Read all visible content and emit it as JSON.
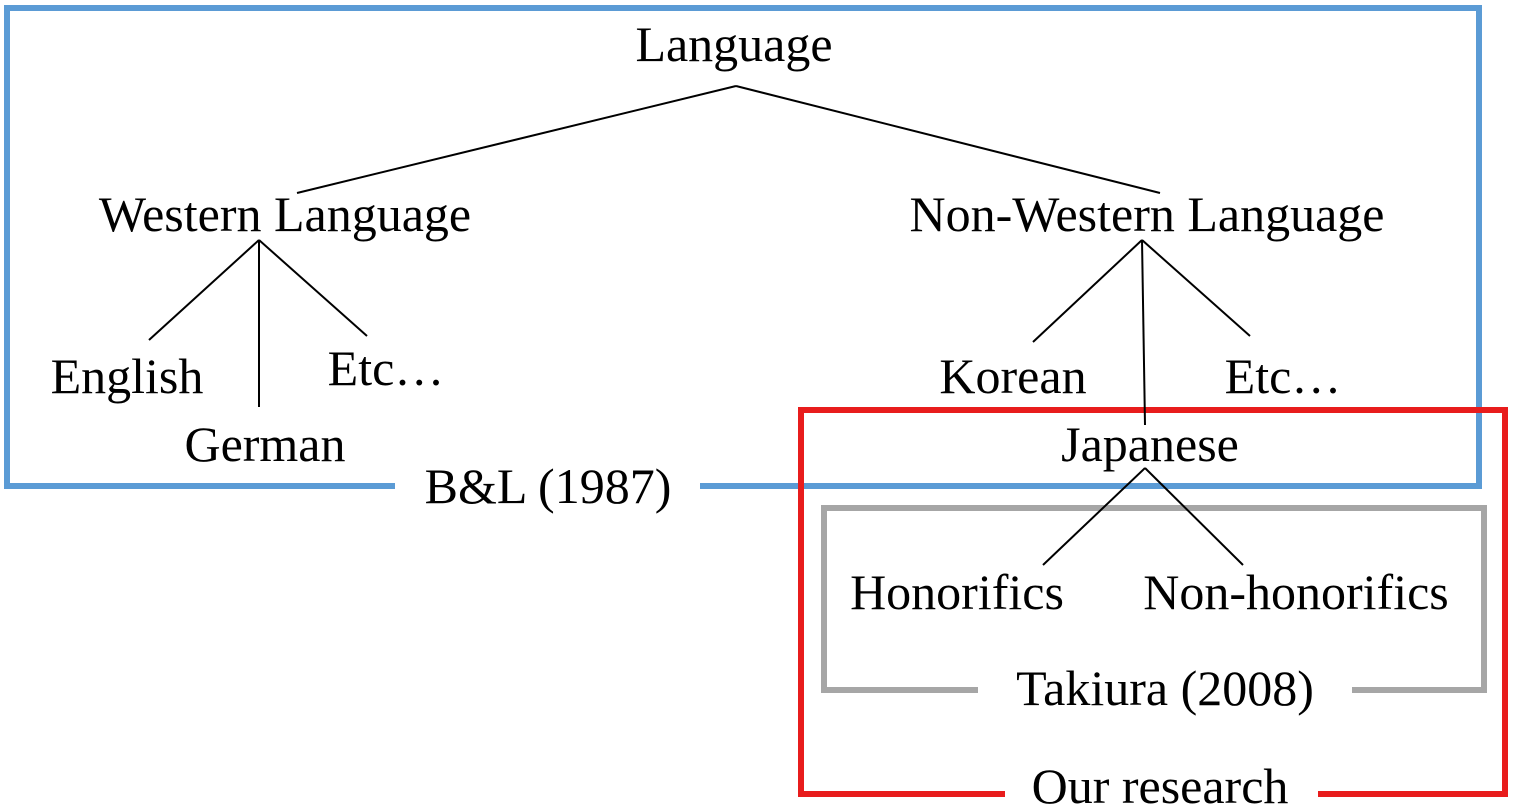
{
  "nodes": {
    "language": "Language",
    "western": "Western Language",
    "non_western": "Non-Western Language",
    "english": "English",
    "german": "German",
    "etc_western": "Etc…",
    "korean": "Korean",
    "japanese": "Japanese",
    "etc_non_western": "Etc…",
    "honorifics": "Honorifics",
    "non_honorifics": "Non-honorifics"
  },
  "frames": {
    "bl": {
      "label": "B&L (1987)",
      "color": "#5b9bd5"
    },
    "takiura": {
      "label": "Takiura (2008)",
      "color": "#a6a6a6"
    },
    "ours": {
      "label": "Our research",
      "color": "#e81c1c"
    }
  },
  "edge_color": "#000000"
}
